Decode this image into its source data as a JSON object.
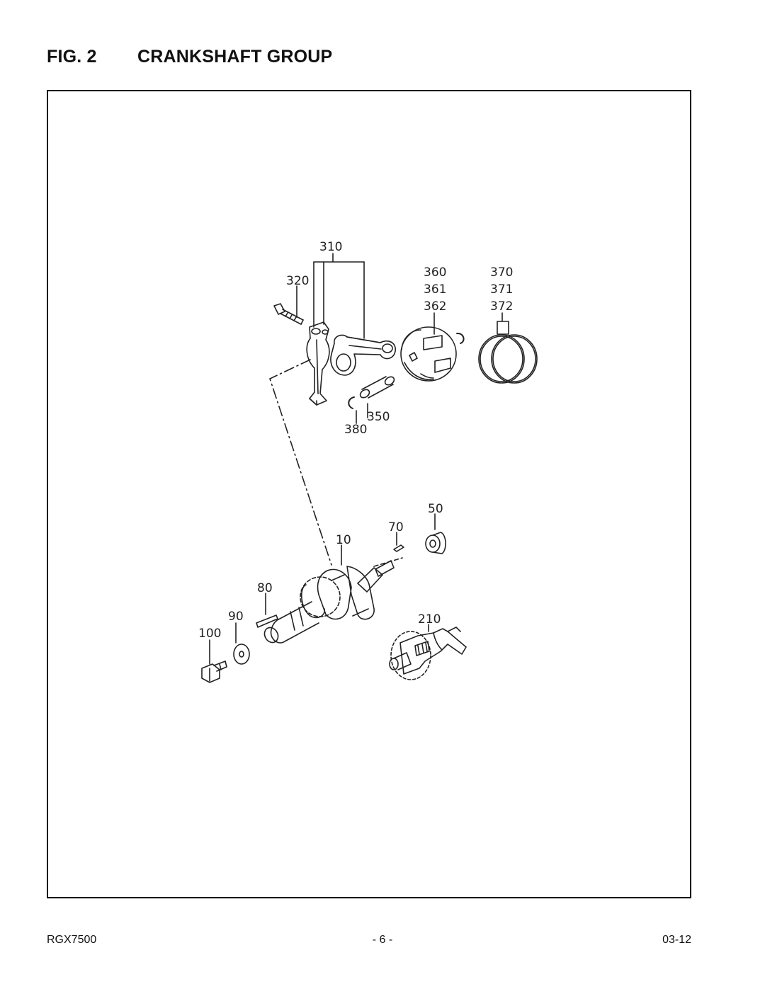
{
  "header": {
    "fig_number": "FIG. 2",
    "fig_title": "CRANKSHAFT GROUP"
  },
  "callouts": {
    "c310": "310",
    "c320": "320",
    "c360": "360",
    "c361": "361",
    "c362": "362",
    "c370": "370",
    "c371": "371",
    "c372": "372",
    "c350": "350",
    "c380": "380",
    "c50": "50",
    "c70": "70",
    "c10": "10",
    "c80": "80",
    "c90": "90",
    "c100": "100",
    "c210": "210"
  },
  "footer": {
    "model": "RGX7500",
    "page": "- 6 -",
    "date": "03-12"
  }
}
